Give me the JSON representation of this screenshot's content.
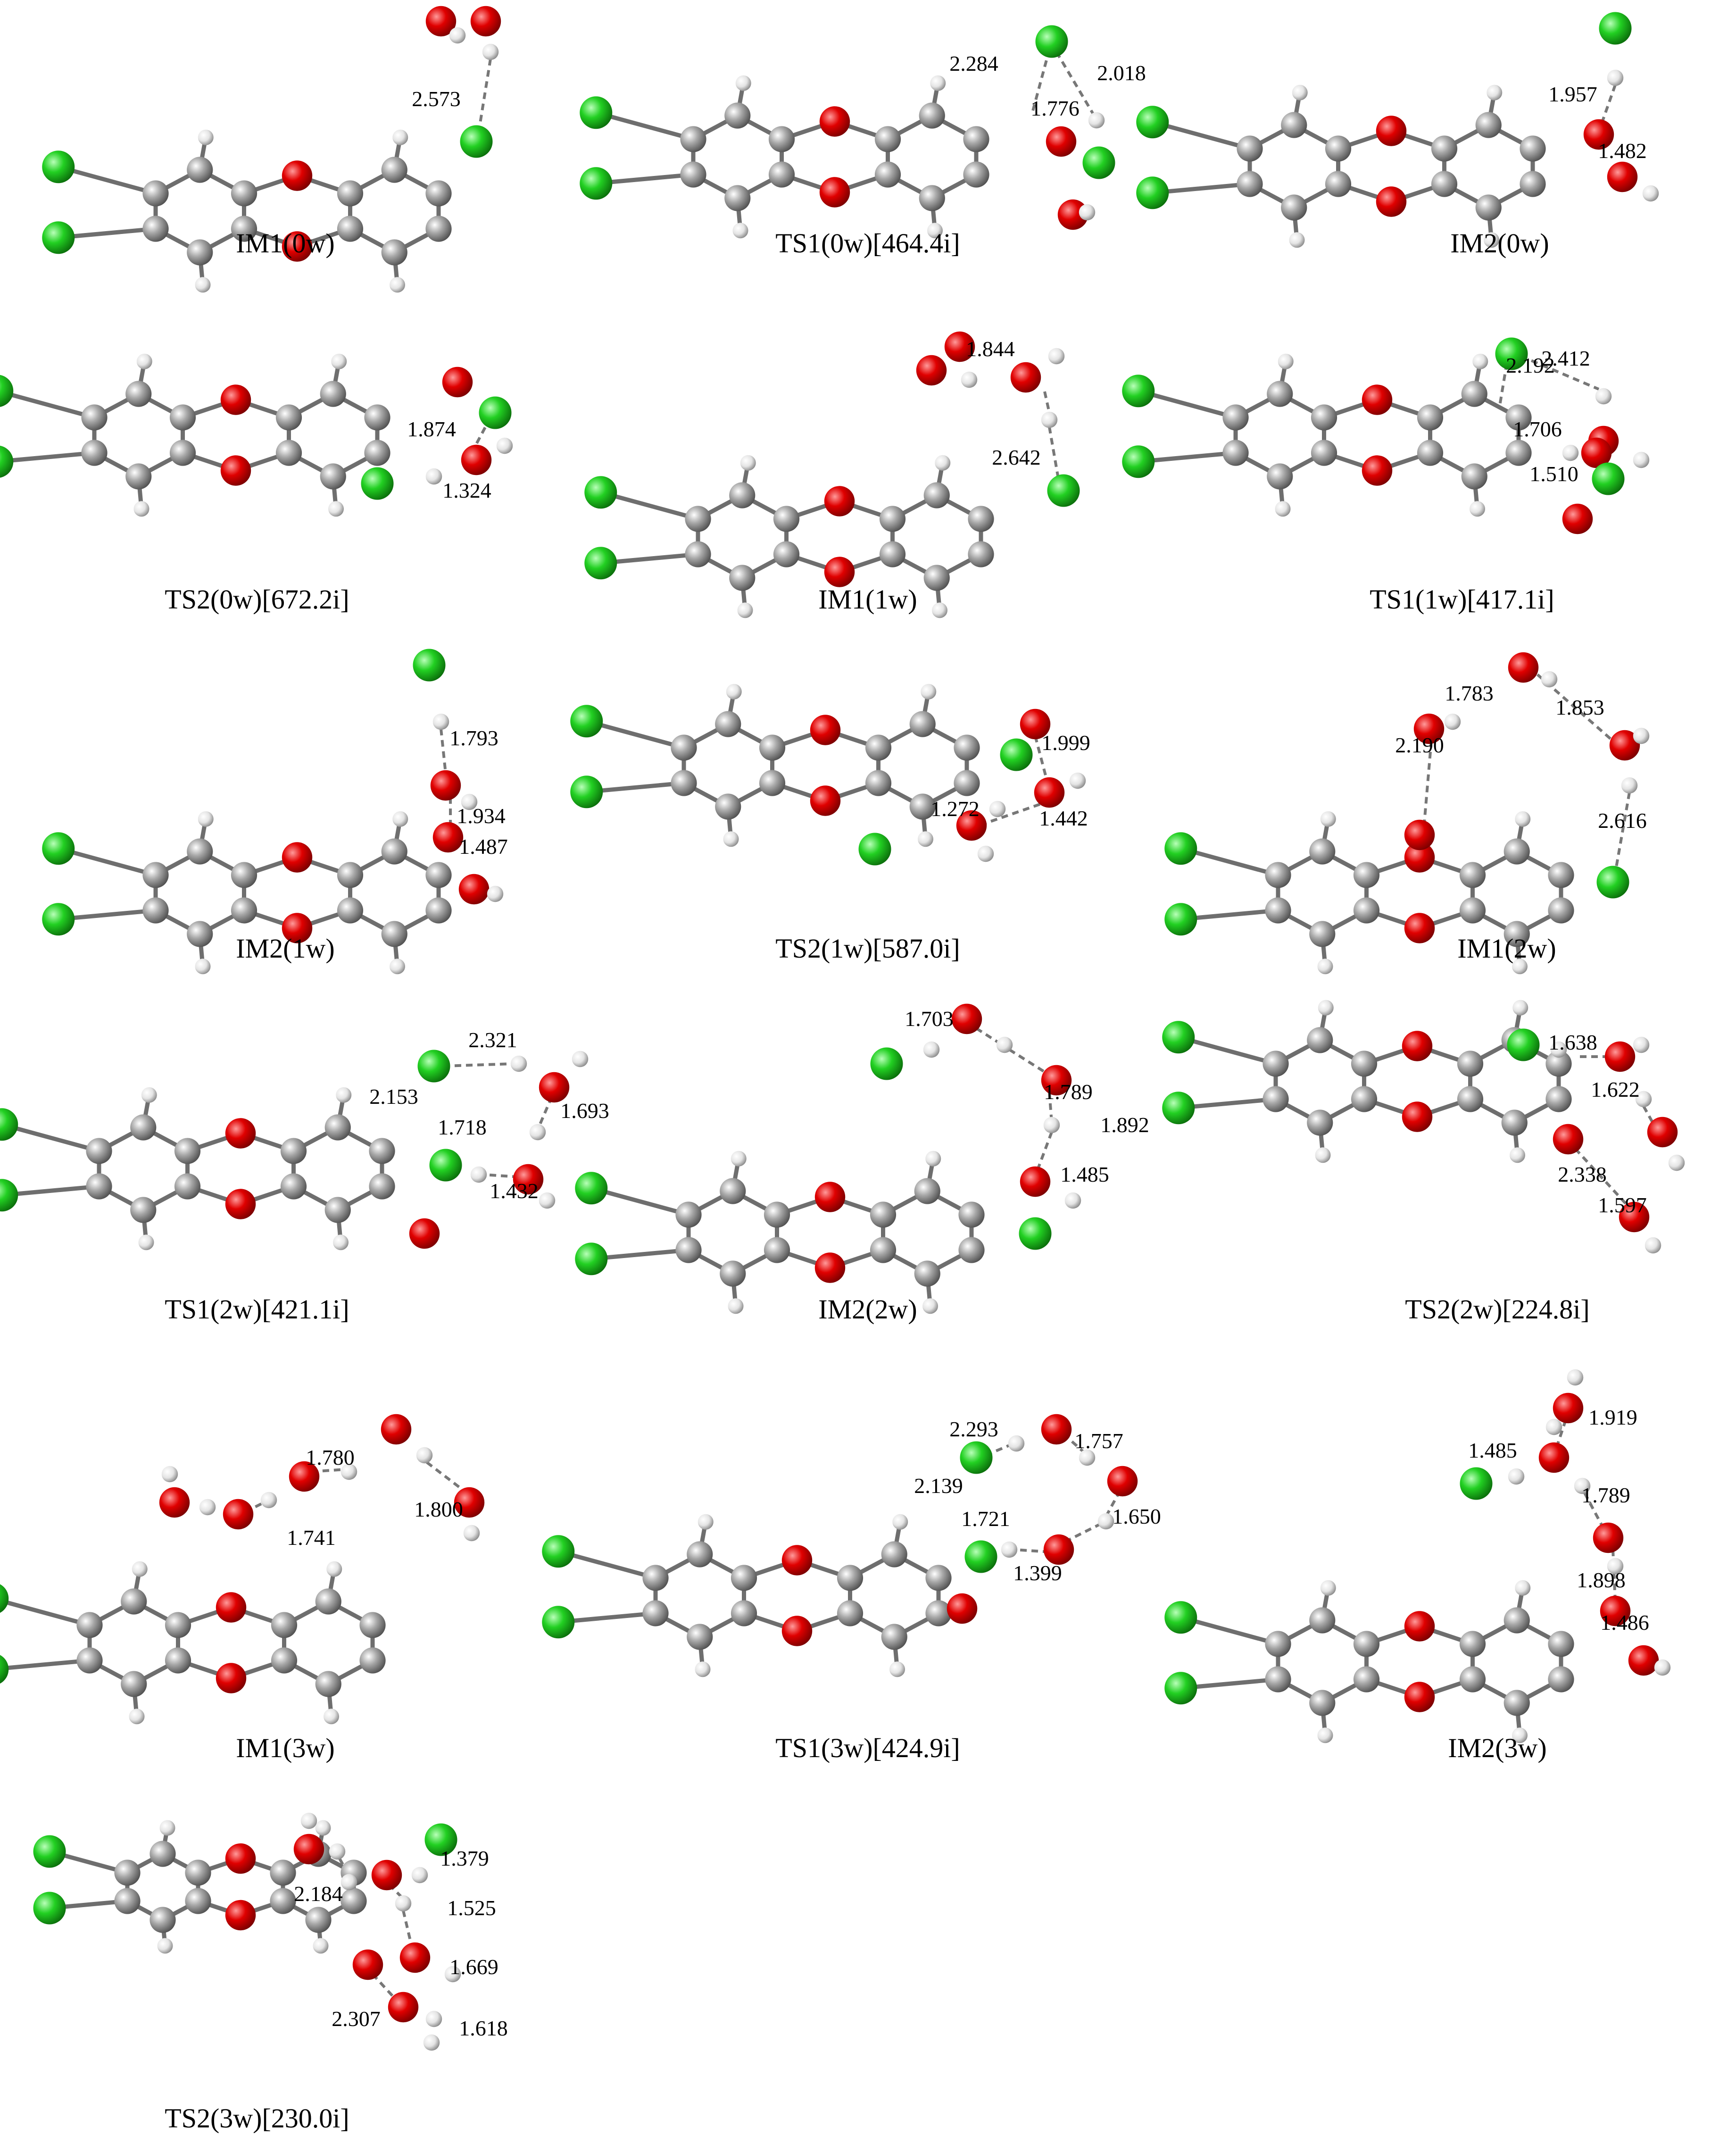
{
  "panels": [
    {
      "id": "IM1(0w)",
      "caption": "IM1(0w)",
      "distances": [
        "2.573"
      ]
    },
    {
      "id": "TS1(0w)",
      "caption": "TS1(0w)[464.4i]",
      "distances": [
        "2.284",
        "2.018",
        "1.776"
      ]
    },
    {
      "id": "IM2(0w)",
      "caption": "IM2(0w)",
      "distances": [
        "1.957",
        "1.482"
      ]
    },
    {
      "id": "TS2(0w)",
      "caption": "TS2(0w)[672.2i]",
      "distances": [
        "1.874",
        "1.324"
      ]
    },
    {
      "id": "IM1(1w)",
      "caption": "IM1(1w)",
      "distances": [
        "1.844",
        "2.642"
      ]
    },
    {
      "id": "TS1(1w)",
      "caption": "TS1(1w)[417.1i]",
      "distances": [
        "2.192",
        "2.412",
        "1.706",
        "1.510"
      ]
    },
    {
      "id": "IM2(1w)",
      "caption": "IM2(1w)",
      "distances": [
        "1.793",
        "1.934",
        "1.487"
      ]
    },
    {
      "id": "TS2(1w)",
      "caption": "TS2(1w)[587.0i]",
      "distances": [
        "1.999",
        "1.272",
        "1.442"
      ]
    },
    {
      "id": "IM1(2w)",
      "caption": "IM1(2w)",
      "distances": [
        "1.783",
        "1.853",
        "2.190",
        "2.616"
      ]
    },
    {
      "id": "TS1(2w)",
      "caption": "TS1(2w)[421.1i]",
      "distances": [
        "2.321",
        "2.153",
        "1.693",
        "1.718",
        "1.432"
      ]
    },
    {
      "id": "IM2(2w)",
      "caption": "IM2(2w)",
      "distances": [
        "1.703",
        "1.789",
        "1.892",
        "1.485"
      ]
    },
    {
      "id": "TS2(2w)",
      "caption": "TS2(2w)[224.8i]",
      "distances": [
        "1.638",
        "1.622",
        "2.338",
        "1.597"
      ]
    },
    {
      "id": "IM1(3w)",
      "caption": "IM1(3w)",
      "distances": [
        "1.780",
        "1.800",
        "1.741"
      ]
    },
    {
      "id": "TS1(3w)",
      "caption": "TS1(3w)[424.9i]",
      "distances": [
        "2.293",
        "1.757",
        "2.139",
        "1.721",
        "1.650",
        "1.399"
      ]
    },
    {
      "id": "IM2(3w)",
      "caption": "IM2(3w)",
      "distances": [
        "1.919",
        "1.485",
        "1.789",
        "1.898",
        "1.486"
      ]
    },
    {
      "id": "TS2(3w)",
      "caption": "TS2(3w)[230.0i]",
      "distances": [
        "1.379",
        "2.184",
        "1.525",
        "1.669",
        "2.307",
        "1.618"
      ]
    }
  ],
  "atom_colors": {
    "C": "#8c8c8c",
    "O": "#d40000",
    "Cl": "#22cc22",
    "H": "#e6e6e6"
  }
}
